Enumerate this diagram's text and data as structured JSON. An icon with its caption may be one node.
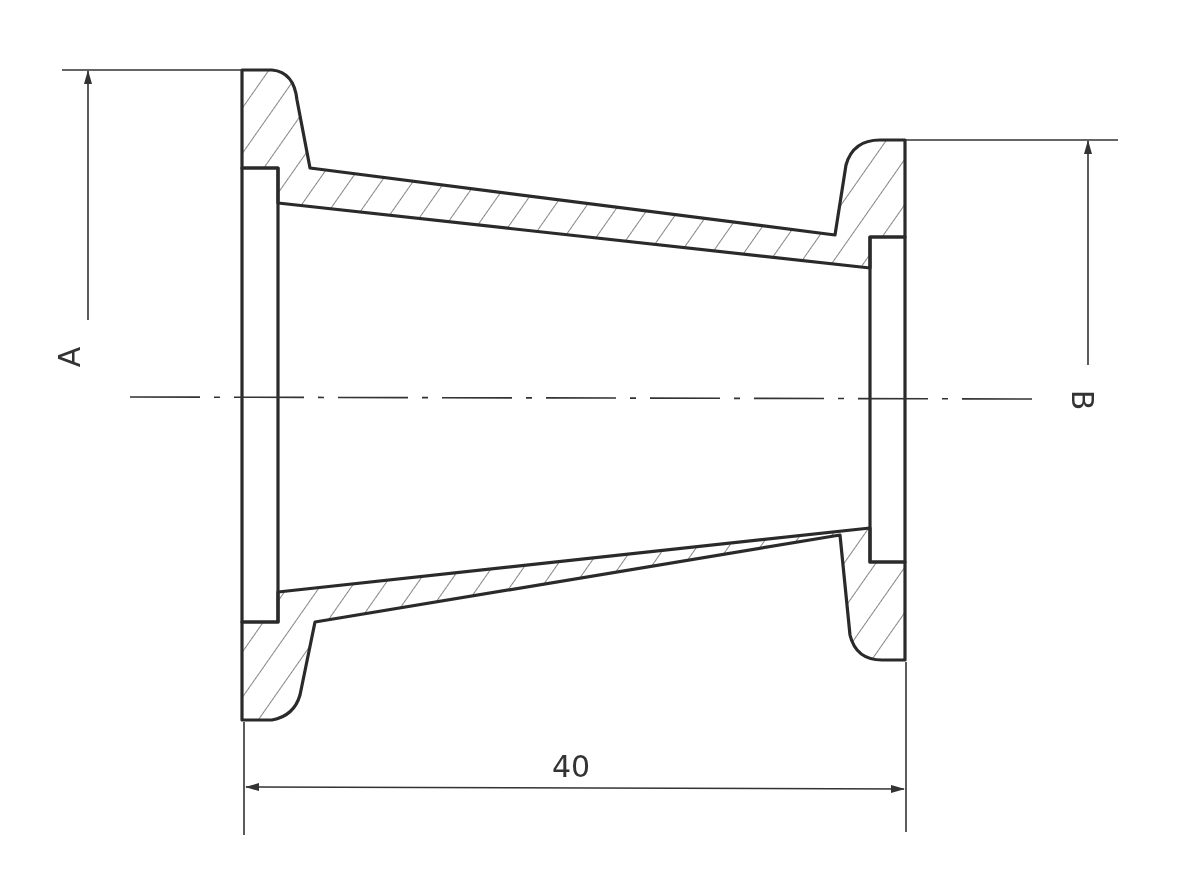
{
  "diagram": {
    "labels": [
      "A",
      "B",
      "40"
    ]
  }
}
